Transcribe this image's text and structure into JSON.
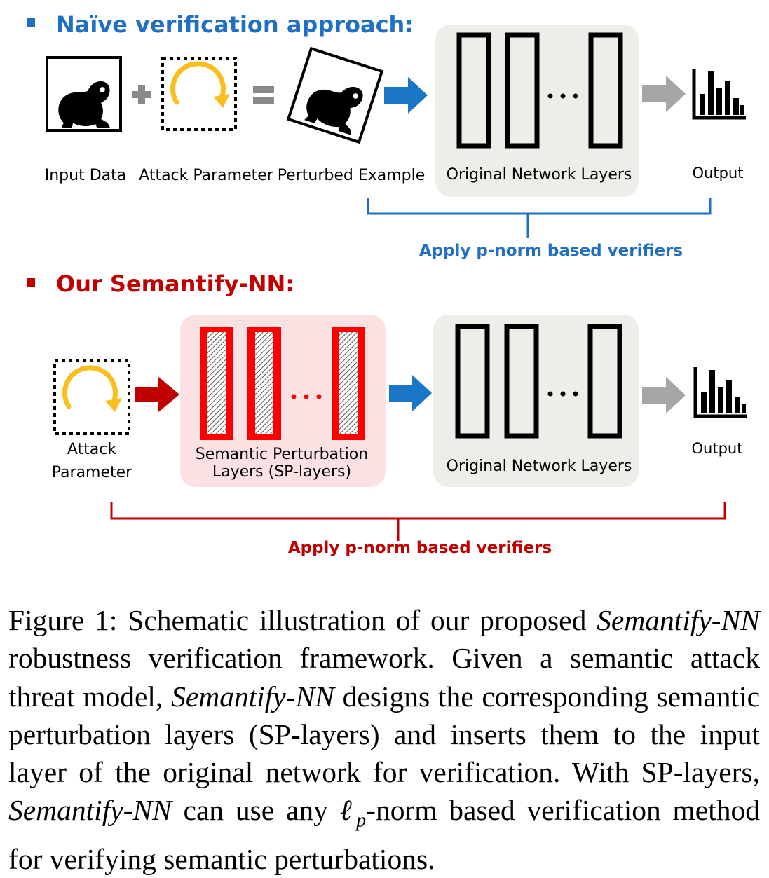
{
  "section1": {
    "heading": "Naïve verification approach:",
    "heading_color": "#1f6fc5",
    "labels": {
      "input": "Input Data",
      "attack": "Attack Parameter",
      "perturbed": "Perturbed Example",
      "network": "Original Network Layers",
      "output": "Output"
    },
    "verifier": "Apply p-norm based verifiers",
    "verifier_color": "#1f6fc5"
  },
  "section2": {
    "heading": "Our Semantify-NN:",
    "heading_color": "#c00000",
    "labels": {
      "attack_line1": "Attack",
      "attack_line2": "Parameter",
      "sp_line1": "Semantic Perturbation",
      "sp_line2": "Layers (SP-layers)",
      "network": "Original Network Layers",
      "output": "Output"
    },
    "verifier": "Apply p-norm based verifiers",
    "verifier_color": "#c00000"
  },
  "colors": {
    "blue_arrow": "#1a76c6",
    "red_arrow": "#c00000",
    "gray_arrow": "#a6a6a6",
    "network_box": "#eceee8",
    "sp_box": "#fbe1e1",
    "sp_layer": "#ff0000",
    "rotate_arrow": "#f9bf1f"
  },
  "icons": [
    "frog-icon",
    "rotate-arrow-icon",
    "plus-icon",
    "equals-icon",
    "bar-chart-icon",
    "ellipsis-icon"
  ],
  "caption": {
    "p1": "Figure 1: Schematic illustration of our proposed ",
    "i1": "Semantify-NN",
    "p2": " robustness verification framework. Given a semantic attack threat model, ",
    "i2": "Semantify-NN",
    "p3": " designs the corresponding semantic perturbation layers (SP-layers) and inserts them to the input layer of the original network for verification. With SP-layers, ",
    "i3": "Semantify-NN",
    "p4": " can use any ",
    "math_l": "ℓ",
    "math_p": "p",
    "p5": "-norm based verification method for verifying semantic perturbations."
  }
}
